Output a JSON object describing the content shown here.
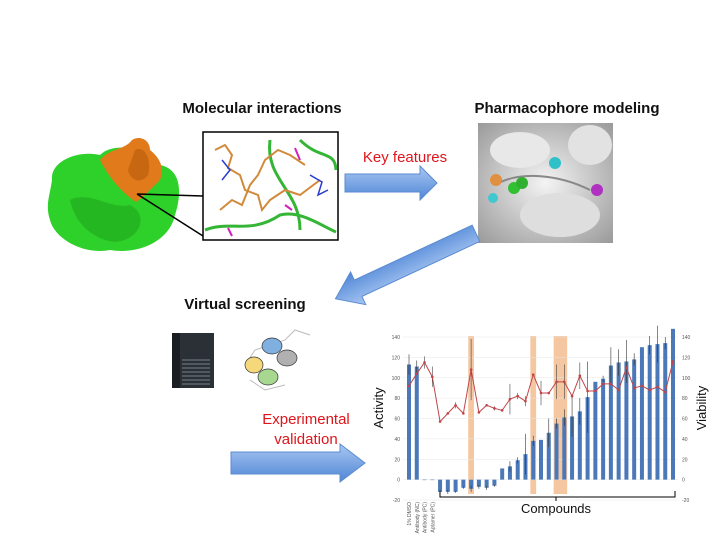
{
  "titles": {
    "molecular": "Molecular interactions",
    "pharmacophore": "Pharmacophore modeling",
    "virtual": "Virtual screening"
  },
  "arrows": {
    "key_features": "Key features",
    "experimental_1": "Experimental",
    "experimental_2": "validation"
  },
  "colors": {
    "arrow": "#6a9be0",
    "bar": "#4a78b8",
    "line": "#c0454a",
    "highlight": "#f5c7a1"
  },
  "chart_data": {
    "type": "bar",
    "ylabel": "Activity",
    "y2label": "Viability",
    "xlabel": "Compounds",
    "ylim": [
      -20,
      140
    ],
    "y2lim": [
      -20,
      140
    ],
    "yticks": [
      140,
      120,
      100,
      80,
      60,
      40,
      20,
      0,
      -20
    ],
    "control_labels": [
      "1% DMSO",
      "Antibody (NC)",
      "Antibody (PC)",
      "Aptamer (PC)"
    ],
    "activity": [
      113,
      111,
      0,
      0,
      -12,
      -12,
      -12,
      -8,
      -9,
      -7,
      -8,
      -6,
      11,
      13,
      19,
      25,
      38,
      39,
      46,
      55,
      61,
      62,
      67,
      81,
      96,
      99,
      112,
      115,
      116,
      118,
      130,
      132,
      133,
      134,
      148
    ],
    "activity_err": [
      10,
      6,
      0,
      0,
      2,
      2,
      1,
      1,
      3,
      2,
      2,
      1,
      0,
      5,
      3,
      20,
      5,
      0,
      14,
      5,
      8,
      20,
      13,
      35,
      0,
      3,
      18,
      13,
      21,
      6,
      0,
      9,
      18,
      6,
      0
    ],
    "viability": [
      92,
      104,
      115,
      101,
      57,
      65,
      73,
      65,
      108,
      66,
      73,
      70,
      68,
      79,
      82,
      77,
      103,
      85,
      85,
      96,
      96,
      82,
      102,
      87,
      87,
      94,
      94,
      88,
      110,
      90,
      92,
      88,
      91,
      86,
      116
    ],
    "viability_err": [
      0,
      0,
      6,
      10,
      0,
      0,
      3,
      0,
      30,
      0,
      0,
      2,
      0,
      15,
      3,
      5,
      0,
      12,
      0,
      17,
      17,
      0,
      13,
      0,
      0,
      0,
      0,
      0,
      0,
      0,
      0,
      0,
      0,
      0,
      0
    ],
    "highlighted_indices": [
      [
        8,
        8
      ],
      [
        16,
        16
      ],
      [
        19,
        20
      ]
    ]
  }
}
